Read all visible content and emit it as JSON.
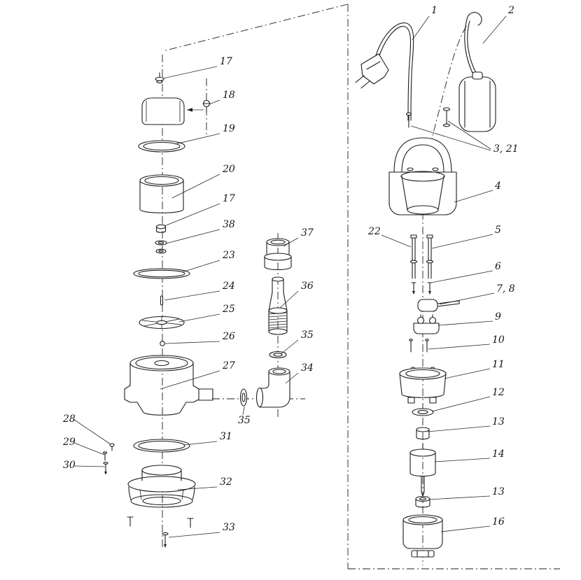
{
  "figure": {
    "type": "exploded-parts-diagram",
    "colors": {
      "background": "#ffffff",
      "line": "#1c1c1c"
    },
    "callouts": [
      "17",
      "18",
      "19",
      "20",
      "17",
      "38",
      "23",
      "24",
      "25",
      "26",
      "27",
      "28",
      "29",
      "30",
      "31",
      "32",
      "33",
      "37",
      "36",
      "35",
      "34",
      "35",
      "1",
      "2",
      "3, 21",
      "4",
      "22",
      "5",
      "6",
      "7, 8",
      "9",
      "10",
      "11",
      "12",
      "13",
      "14",
      "13",
      "16"
    ]
  }
}
